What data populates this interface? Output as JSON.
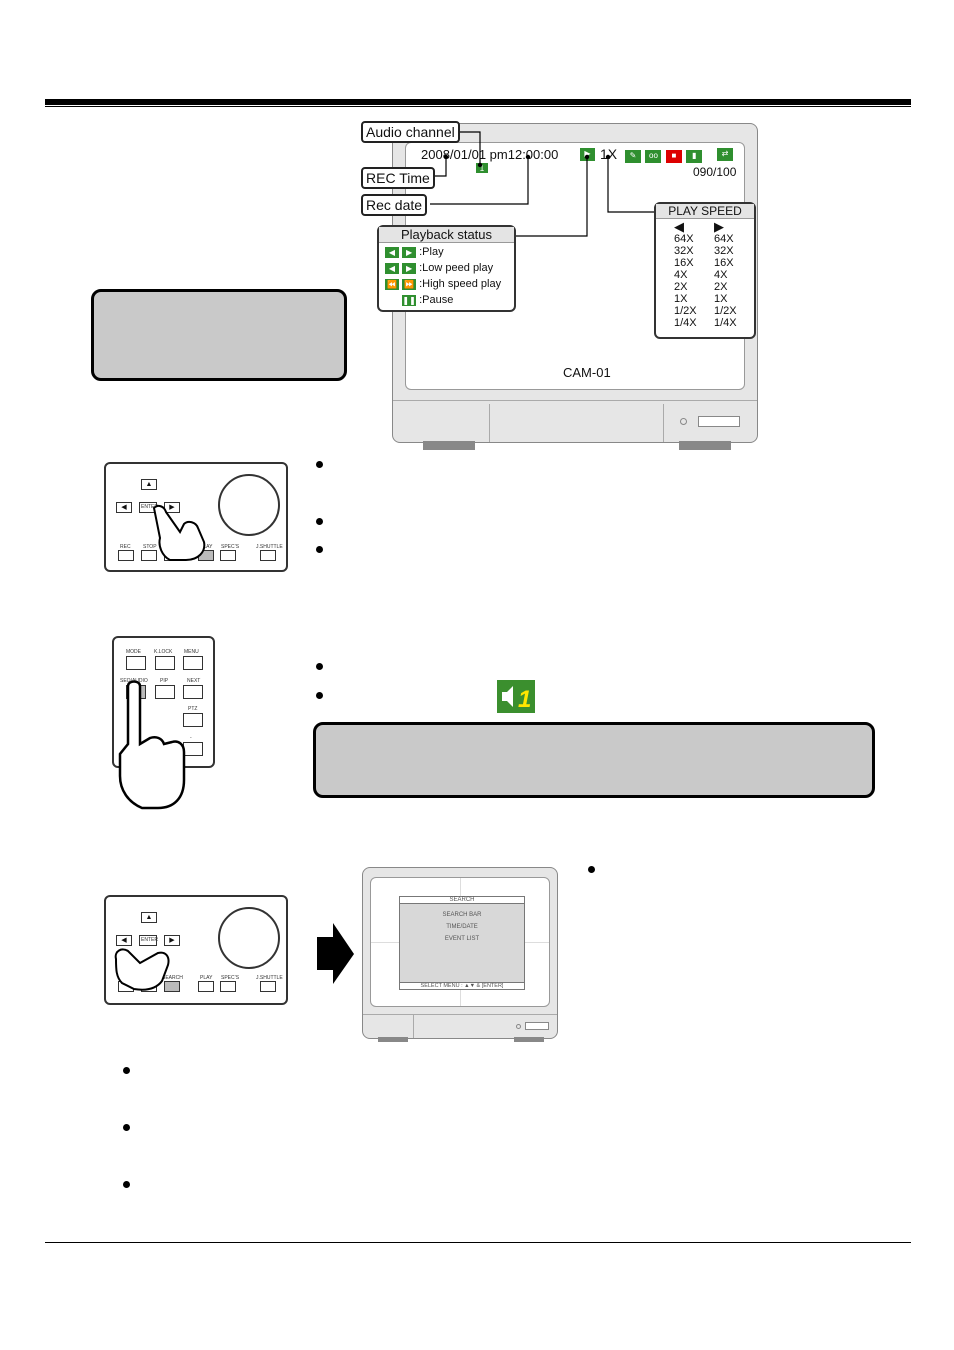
{
  "monitor1": {
    "datetime": "2008/01/01 pm12:00:00",
    "speed": "1X",
    "counter": "090/100",
    "cam": "CAM-01"
  },
  "callouts": {
    "audio_channel": "Audio channel",
    "rec_time": "REC Time",
    "rec_date": "Rec date"
  },
  "playback_status": {
    "title": "Playback status",
    "items": [
      ":Play",
      ":Low peed play",
      ":High speed play",
      ":Pause"
    ]
  },
  "play_speed": {
    "title": "PLAY SPEED",
    "left": [
      "64X",
      "32X",
      "16X",
      "4X",
      "2X",
      "1X",
      "1/2X",
      "1/4X"
    ],
    "right": [
      "64X",
      "32X",
      "16X",
      "4X",
      "2X",
      "1X",
      "1/2X",
      "1/4X"
    ]
  },
  "remote1": {
    "labels": [
      "ENTER",
      "REC",
      "STOP",
      "PLAY",
      "SPEC’S",
      "J.SHUTTLE"
    ]
  },
  "remote2": {
    "labels": [
      "MODE",
      "K.LOCK",
      "MENU",
      "SEQ/AUDIO",
      "PIP",
      "NEXT",
      "PTZ",
      "-"
    ]
  },
  "remote3": {
    "labels": [
      "ENTER",
      "SEARCH",
      "PLAY",
      "SPEC’S",
      "J.SHUTTLE"
    ]
  },
  "search_menu": {
    "title": "SEARCH",
    "items": [
      "SEARCH BAR",
      "TIME/DATE",
      "EVENT LIST"
    ],
    "footer": "SELECT MENU : ▲▼ & [ENTER]"
  },
  "colors": {
    "accent_green": "#2f8f2f",
    "box_gray": "#c9c9c9"
  }
}
